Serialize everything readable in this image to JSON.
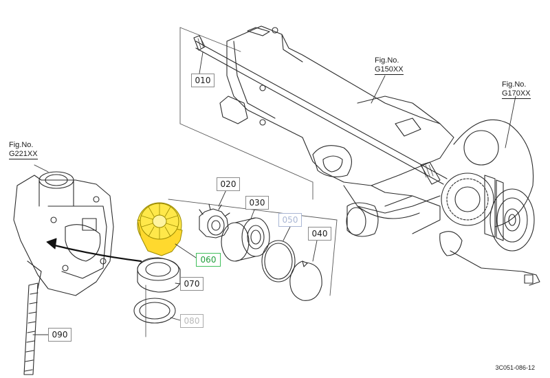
{
  "parts": [
    {
      "id": "p010",
      "label": "010"
    },
    {
      "id": "p020",
      "label": "020"
    },
    {
      "id": "p030",
      "label": "030"
    },
    {
      "id": "p040",
      "label": "040"
    },
    {
      "id": "p050",
      "label": "050"
    },
    {
      "id": "p060",
      "label": "060"
    },
    {
      "id": "p070",
      "label": "070"
    },
    {
      "id": "p080",
      "label": "080"
    },
    {
      "id": "p090",
      "label": "090"
    }
  ],
  "figure_refs": [
    {
      "line1": "Fig.No.",
      "line2": "G150XX"
    },
    {
      "line1": "Fig.No.",
      "line2": "G170XX"
    },
    {
      "line1": "Fig.No.",
      "line2": "G221XX"
    }
  ],
  "drawing_code": "3C051-086-12",
  "colors": {
    "line": "#2a2a2a",
    "highlight_fill": "#ffe84a",
    "highlight_stroke": "#9a8a00",
    "label_highlight": "#1f9e3a"
  }
}
